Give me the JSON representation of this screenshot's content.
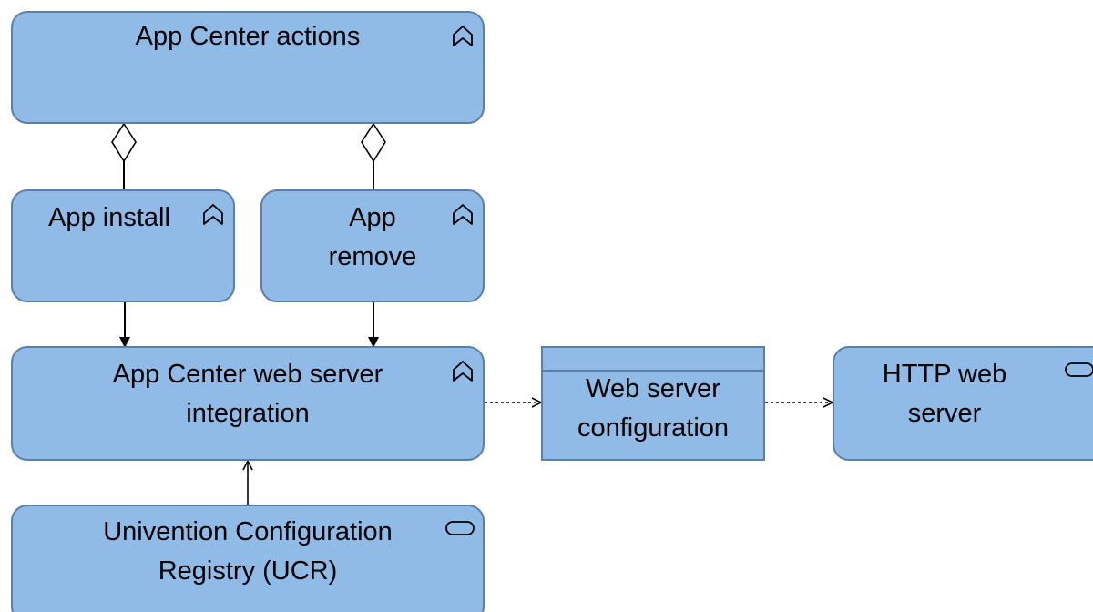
{
  "diagram": {
    "nodes": {
      "app_center_actions": {
        "label": "App Center actions",
        "icon": "function-icon"
      },
      "app_install": {
        "label": "App install",
        "icon": "function-icon"
      },
      "app_remove": {
        "label": "App\nremove",
        "icon": "function-icon"
      },
      "web_server_integration": {
        "label": "App Center web server\nintegration",
        "icon": "function-icon"
      },
      "web_server_configuration": {
        "label": "Web server\nconfiguration"
      },
      "http_web_server": {
        "label": "HTTP web\nserver",
        "icon": "service-icon"
      },
      "ucr": {
        "label": "Univention Configuration\nRegistry (UCR)",
        "icon": "service-icon"
      }
    },
    "edges": [
      {
        "from": "app_center_actions",
        "to": "app_install",
        "type": "aggregation"
      },
      {
        "from": "app_center_actions",
        "to": "app_remove",
        "type": "aggregation"
      },
      {
        "from": "app_install",
        "to": "web_server_integration",
        "type": "triggering"
      },
      {
        "from": "app_remove",
        "to": "web_server_integration",
        "type": "triggering"
      },
      {
        "from": "web_server_integration",
        "to": "web_server_configuration",
        "type": "access"
      },
      {
        "from": "web_server_configuration",
        "to": "http_web_server",
        "type": "access"
      },
      {
        "from": "ucr",
        "to": "web_server_integration",
        "type": "serving"
      }
    ],
    "colors": {
      "fill": "#8fbbe6",
      "border": "#5b7fa8",
      "line": "#000000"
    }
  }
}
